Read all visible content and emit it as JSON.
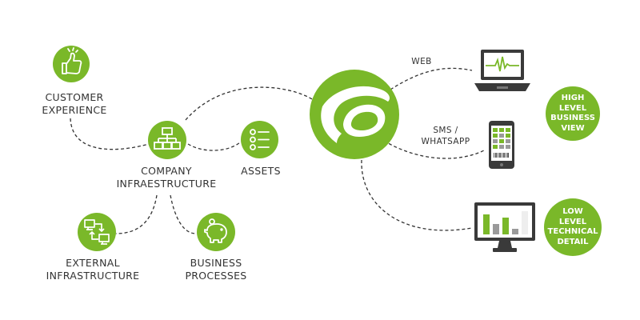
{
  "colors": {
    "accent": "#7ab829",
    "dark": "#333333",
    "line": "#333333"
  },
  "nodes": {
    "customer_experience": {
      "icon": "thumbs-up-icon",
      "label_lines": [
        "CUSTOMER",
        "EXPERIENCE"
      ]
    },
    "company_infrastructure": {
      "icon": "org-chart-icon",
      "label_lines": [
        "COMPANY",
        "INFRAESTRUCTURE"
      ]
    },
    "assets": {
      "icon": "list-icon",
      "label_lines": [
        "ASSETS"
      ]
    },
    "external_infrastructure": {
      "icon": "network-computers-icon",
      "label_lines": [
        "EXTERNAL",
        "INFRASTRUCTURE"
      ]
    },
    "business_processes": {
      "icon": "piggy-bank-icon",
      "label_lines": [
        "BUSINESS",
        "PROCESSES"
      ]
    },
    "hub": {
      "icon": "panda-logo-icon"
    }
  },
  "channels": {
    "web": {
      "label_lines": [
        "WEB"
      ],
      "device": "laptop-icon"
    },
    "sms": {
      "label_lines": [
        "SMS /",
        "WHATSAPP"
      ],
      "device": "smartphone-icon"
    },
    "monitor": {
      "device": "monitor-icon"
    }
  },
  "views": {
    "high": {
      "label_lines": [
        "HIGH",
        "LEVEL",
        "BUSINESS",
        "VIEW"
      ]
    },
    "low": {
      "label_lines": [
        "LOW",
        "LEVEL",
        "TECHNICAL",
        "DETAIL"
      ]
    }
  }
}
